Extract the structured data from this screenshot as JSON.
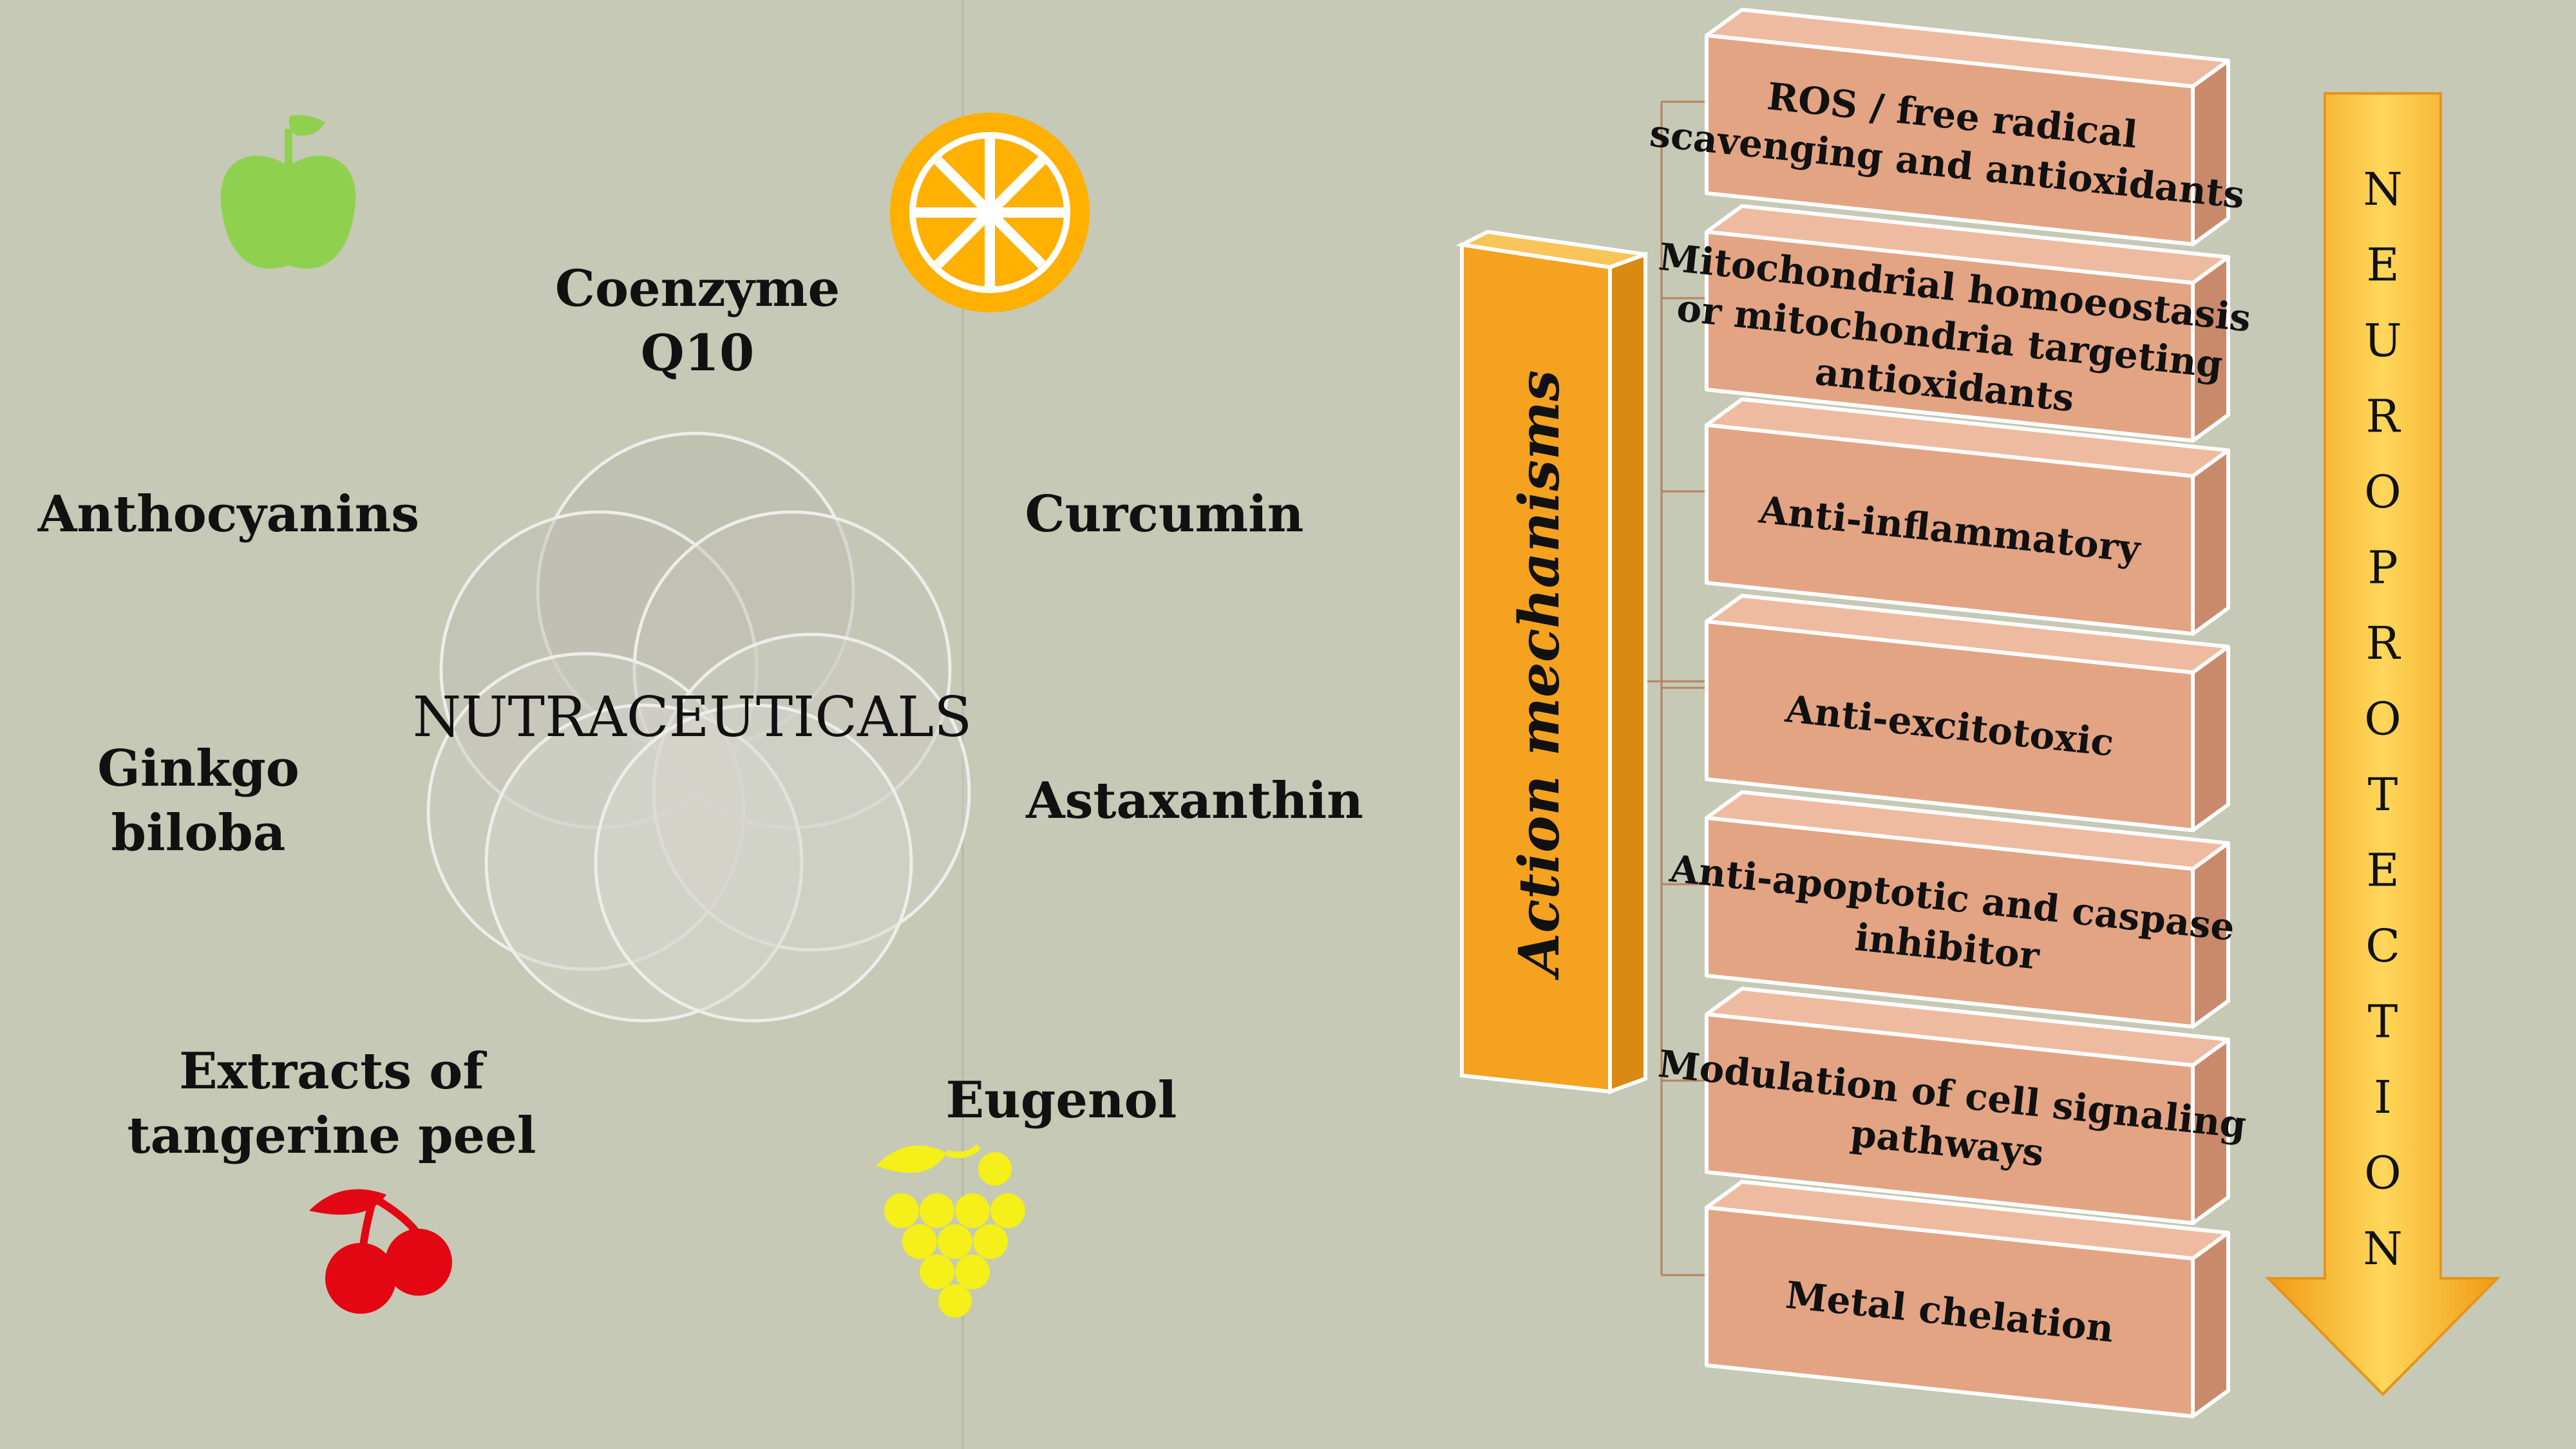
{
  "center": {
    "label": "NUTRACEUTICALS"
  },
  "nutraceuticals": [
    {
      "lines": [
        "Coenzyme",
        "Q10"
      ]
    },
    {
      "lines": [
        "Anthocyanins"
      ]
    },
    {
      "lines": [
        "Curcumin"
      ]
    },
    {
      "lines": [
        "Ginkgo",
        "biloba"
      ]
    },
    {
      "lines": [
        "Astaxanthin"
      ]
    },
    {
      "lines": [
        "Extracts of",
        "tangerine peel"
      ]
    },
    {
      "lines": [
        "Eugenol"
      ]
    }
  ],
  "action_label": "Action mechanisms",
  "mechanisms": [
    {
      "lines": [
        "ROS / free radical",
        "scavenging and antioxidants"
      ]
    },
    {
      "lines": [
        "Mitochondrial homoeostasis",
        "or mitochondria targeting",
        "antioxidants"
      ]
    },
    {
      "lines": [
        "Anti-inflammatory"
      ]
    },
    {
      "lines": [
        "Anti-excitotoxic"
      ]
    },
    {
      "lines": [
        "Anti-apoptotic and caspase",
        "inhibitor"
      ]
    },
    {
      "lines": [
        "Modulation of cell signaling",
        "pathways"
      ]
    },
    {
      "lines": [
        "Metal chelation"
      ]
    }
  ],
  "outcome": [
    "N",
    "E",
    "U",
    "R",
    "O",
    "P",
    "R",
    "O",
    "T",
    "E",
    "C",
    "T",
    "I",
    "O",
    "N"
  ],
  "colors": {
    "background": "#c5c9b5",
    "orange": "#f4a21f",
    "box": "#e3a484",
    "apple": "#8fd14f",
    "citrus": "#ffb000",
    "cherry": "#e30613",
    "grape": "#f5ef1a"
  },
  "icons": [
    "apple-icon",
    "orange-slice-icon",
    "cherry-icon",
    "grapes-icon"
  ]
}
